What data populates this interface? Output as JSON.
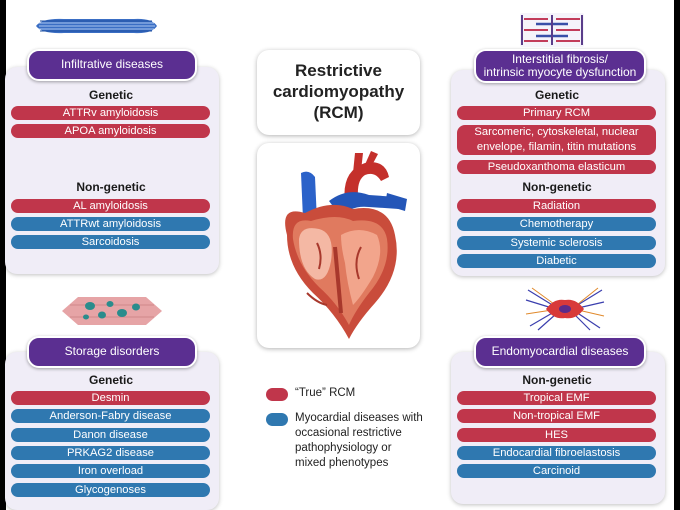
{
  "center": {
    "title_line1": "Restrictive",
    "title_line2": "cardiomyopathy",
    "title_line3": "(RCM)"
  },
  "panels": {
    "infiltrative": {
      "title": "Infiltrative diseases",
      "genetic_label": "Genetic",
      "genetic": [
        "ATTRv amyloidosis",
        "APOA amyloidosis"
      ],
      "nongenetic_label": "Non-genetic",
      "nongenetic": [
        "AL amyloidosis",
        "ATTRwt amyloidosis",
        "Sarcoidosis"
      ]
    },
    "interstitial": {
      "title_line1": "Interstitial fibrosis/",
      "title_line2": "intrinsic myocyte dysfunction",
      "genetic_label": "Genetic",
      "genetic": [
        "Primary RCM",
        "Sarcomeric, cytoskeletal, nuclear envelope, filamin, titin mutations",
        "Pseudoxanthoma elasticum"
      ],
      "nongenetic_label": "Non-genetic",
      "nongenetic": [
        "Radiation",
        "Chemotherapy",
        "Systemic sclerosis",
        "Diabetic"
      ]
    },
    "storage": {
      "title": "Storage disorders",
      "genetic_label": "Genetic",
      "genetic": [
        "Desmin",
        "Anderson-Fabry disease",
        "Danon disease",
        "PRKAG2 disease",
        "Iron overload",
        "Glycogenoses"
      ]
    },
    "endomyocardial": {
      "title": "Endomyocardial diseases",
      "nongenetic_label": "Non-genetic",
      "nongenetic": [
        "Tropical EMF",
        "Non-tropical EMF",
        "HES",
        "Endocardial fibroelastosis",
        "Carcinoid"
      ]
    }
  },
  "legend": {
    "true_rcm": "“True” RCM",
    "occasional_line1": "Myocardial diseases with",
    "occasional_line2": "occasional restrictive",
    "occasional_line3": "pathophysiology or",
    "occasional_line4": "mixed phenotypes"
  },
  "colors": {
    "true_rcm": "#c0364b",
    "occasional": "#2f78b0",
    "panel_title": "#5b2f91",
    "panel_bg": "#f0edf7"
  },
  "icons": [
    "muscle-fiber-icon",
    "sarcomere-icon",
    "storage-cell-icon",
    "fibroblast-icon",
    "heart-illustration"
  ]
}
